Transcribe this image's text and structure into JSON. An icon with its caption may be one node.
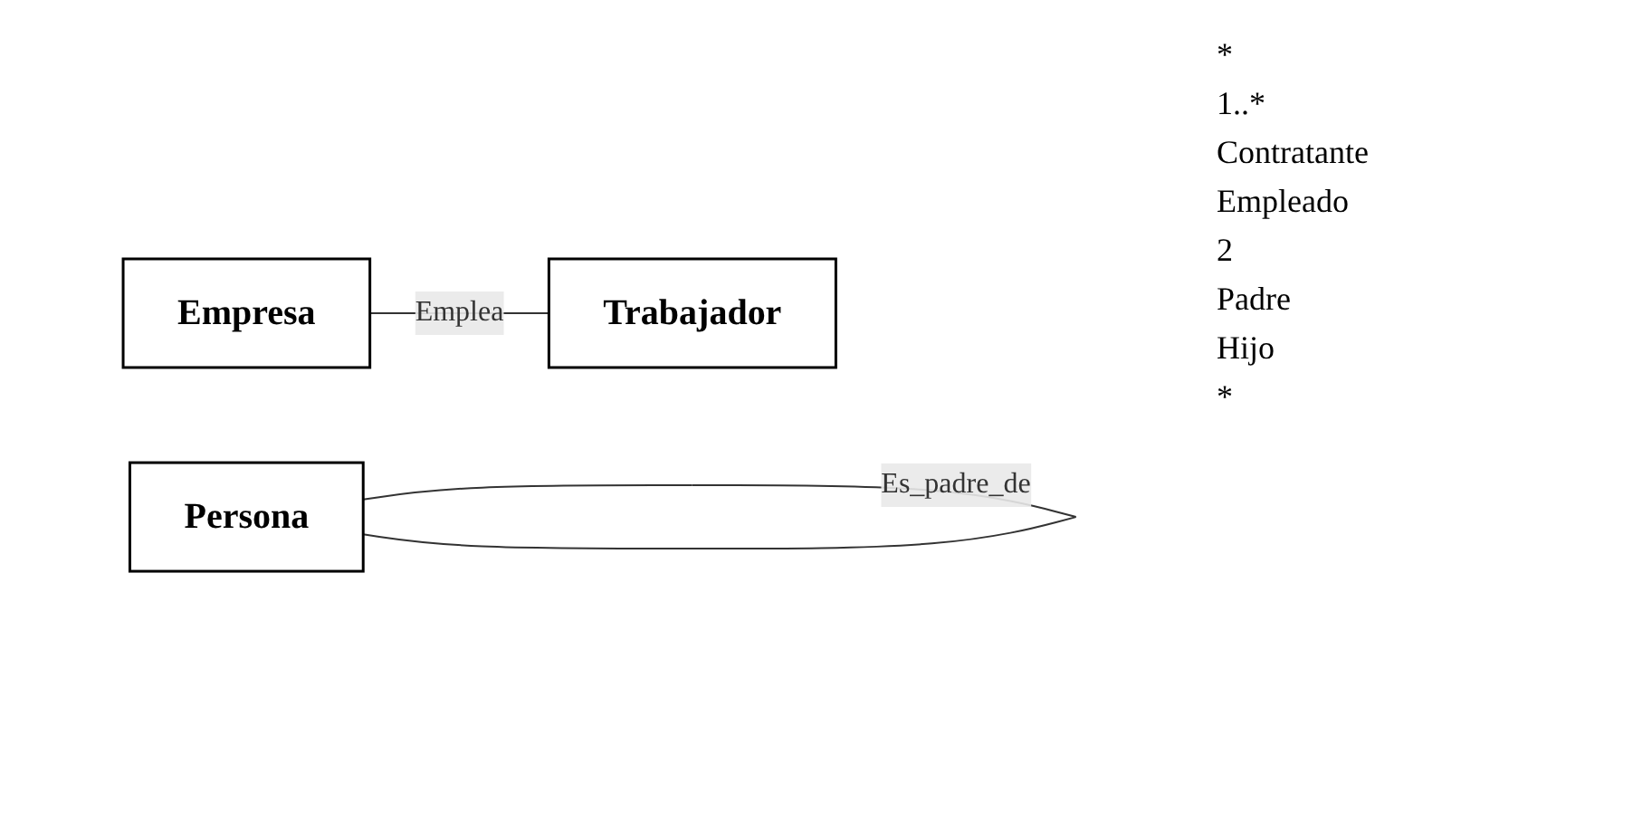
{
  "diagram": {
    "nodes": [
      {
        "text": [
          "Empresa"
        ]
      },
      {
        "text": [
          "Trabajador"
        ]
      },
      {
        "text": [
          "Persona"
        ]
      }
    ],
    "edges": [
      {
        "from": 0,
        "to": 1,
        "arrow": "none",
        "label": "Emplea"
      },
      {
        "from": 2,
        "to": 2,
        "arrow": "none",
        "label": "Es_padre_de"
      }
    ],
    "labels": [
      "*",
      "1..*",
      "Contratante",
      "Empleado",
      "2",
      "Padre",
      "Hijo",
      "*"
    ]
  }
}
